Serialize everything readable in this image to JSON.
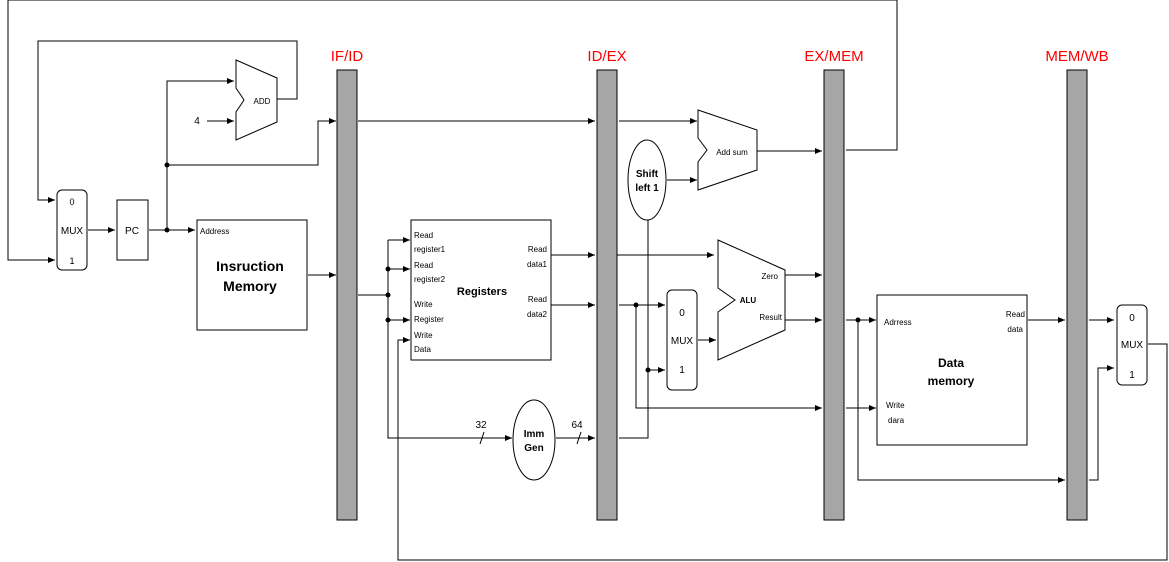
{
  "colors": {
    "pipeline_label": "#ff0000",
    "pipeline_bar": "#a6a6a6"
  },
  "pipeline_registers": [
    "IF/ID",
    "ID/EX",
    "EX/MEM",
    "MEM/WB"
  ],
  "pc": {
    "label": "PC"
  },
  "pc_adder": {
    "label": "ADD",
    "constant": "4"
  },
  "mux_fetch": {
    "in0": "0",
    "label": "MUX",
    "in1": "1"
  },
  "mux_alu": {
    "in0": "0",
    "label": "MUX",
    "in1": "1"
  },
  "mux_wb": {
    "in0": "0",
    "label": "MUX",
    "in1": "1"
  },
  "instruction_memory": {
    "address": "Address",
    "title_line1": "Insruction",
    "title_line2": "Memory"
  },
  "registers": {
    "title": "Registers",
    "inputs": [
      "Read",
      "register1",
      "Read",
      "register2",
      "Write",
      "Register",
      "Write",
      "Data"
    ],
    "outputs": [
      "Read",
      "data1",
      "Read",
      "data2"
    ]
  },
  "imm_gen": {
    "line1": "Imm",
    "line2": "Gen",
    "in_width": "32",
    "out_width": "64"
  },
  "shift_left": {
    "line1": "Shift",
    "line2": "left 1"
  },
  "branch_adder": {
    "label": "Add sum"
  },
  "alu": {
    "label": "ALU",
    "zero": "Zero",
    "result": "Result"
  },
  "data_memory": {
    "address": "Adrress",
    "write_line1": "Write",
    "write_line2": "dara",
    "read_line1": "Read",
    "read_line2": "data",
    "title_line1": "Data",
    "title_line2": "memory"
  }
}
